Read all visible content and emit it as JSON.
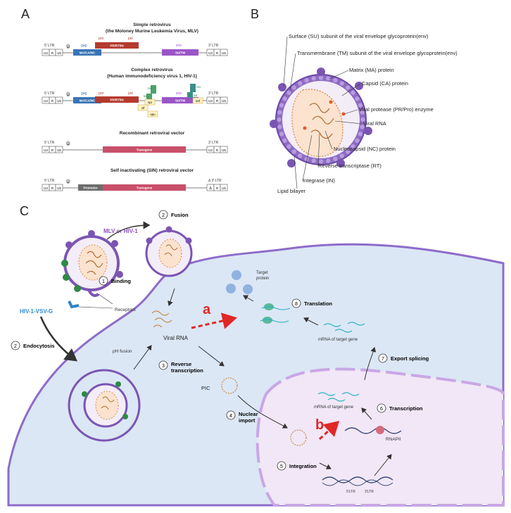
{
  "panels": {
    "a": "A",
    "b": "B",
    "c": "C"
  },
  "panel_a": {
    "simple": {
      "title1": "Simple retrovirus",
      "title2": "(the Moloney Murine Leukemia Virus, MLV)"
    },
    "complex": {
      "title1": "Complex retrovirus",
      "title2": "(Human immunodeficiency virus 1, HIV-1)"
    },
    "recombinant": {
      "title": "Recombinant retroviral vector"
    },
    "sin": {
      "title": "Self inactivating (SIN) retroviral vector"
    },
    "ltr5": "5' LTR",
    "ltr3": "3' LTR",
    "ltr3_delta": "Δ 3' LTR",
    "u3": "U3",
    "r": "R",
    "u5": "U5",
    "delta": "Δ",
    "psi": "ψ",
    "gag": "gag",
    "pro": "pro",
    "pol": "pol",
    "env": "env",
    "ma": "MA/CA/NC",
    "pr": "PR/RT/IN",
    "su": "SU/TM",
    "rev": "rev",
    "tat": "tat",
    "vpr": "vpr",
    "vif": "vif",
    "vpu": "vpu",
    "nef": "nef",
    "transgene": "Transgene",
    "promoter": "Promoter"
  },
  "panel_b": {
    "labels": [
      "Surface (SU) subunit of the viral envelope glycoprotein(env)",
      "Transmembrane (TM) subunit of the viral envelope glycoprotein(env)",
      "Matrix (MA) protein",
      "Capsid (CA) protein",
      "Viral protease (PR/Pro) enzyme",
      "Viral RNA",
      "Nucleocapsid (NC) protein",
      "Reverse transcriptase (RT)",
      "Integrase (IN)",
      "Lipid bilayer"
    ]
  },
  "panel_c": {
    "mlv": "MLV or HIV-1",
    "hiv_vsvg": "HIV-1-VSV-G",
    "receptors": "Receptors",
    "ph_fusion": "pH fusion",
    "viral_rna": "Viral RNA",
    "pic": "PIC",
    "target_protein1": "Target",
    "target_protein2": "protein",
    "mrna_cyto": "mRNA of target gene",
    "mrna_nuc": "mRNA of target gene",
    "rnapii": "RNAPII",
    "ltr_a": "5'LTR",
    "ltr_b": "3'LTR",
    "letter_a": "a",
    "letter_b": "b",
    "steps": [
      {
        "n": "1",
        "label": "Binding"
      },
      {
        "n": "2",
        "label": "Fusion"
      },
      {
        "n": "2",
        "label": "Endocytosis"
      },
      {
        "n": "3",
        "label": "Reverse"
      },
      {
        "n": "4",
        "label": "Nuclear"
      },
      {
        "n": "5",
        "label": "Integration"
      },
      {
        "n": "6",
        "label": "Transcription"
      },
      {
        "n": "7",
        "label": "Export splicing"
      },
      {
        "n": "8",
        "label": "Translation"
      }
    ],
    "step3_line2": "transcription",
    "step4_line2": "import"
  },
  "colors": {
    "purple": "#7b55b3",
    "membrane": "#b79be0",
    "cell": "#dbe7f5",
    "nucleus": "#efe6f7",
    "gag_blue": "#3a74b5",
    "pol_red": "#b43a2e",
    "env_purple": "#9b55c7",
    "transgene": "#c9506a",
    "accent_red": "#e12727"
  }
}
